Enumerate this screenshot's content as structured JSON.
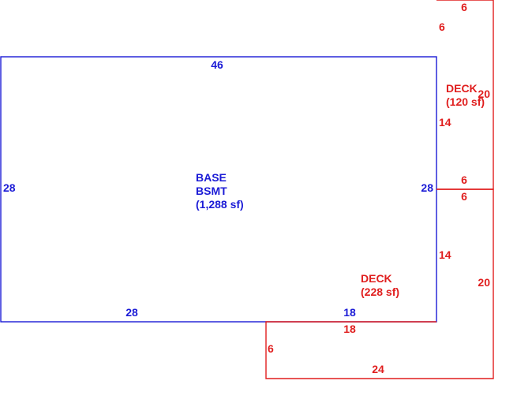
{
  "base_area": {
    "name_line1": "BASE",
    "name_line2": "BSMT",
    "area": "(1,288 sf)",
    "color": "#1a1ad6",
    "dims": {
      "top": "46",
      "left": "28",
      "right": "28",
      "bottom_left": "28",
      "bottom_right": "18"
    }
  },
  "upper_deck": {
    "name": "DECK",
    "area": "(120 sf)",
    "color": "#e01e1e",
    "dims": {
      "top": "6",
      "left_top": "6",
      "left_lower": "14",
      "right": "20",
      "bottom": "6"
    }
  },
  "lower_deck": {
    "name": "DECK",
    "area": "(228 sf)",
    "color": "#e01e1e",
    "dims": {
      "top": "6",
      "left_upper": "14",
      "right": "20",
      "bottom": "24",
      "left": "6",
      "top_left": "18"
    }
  }
}
